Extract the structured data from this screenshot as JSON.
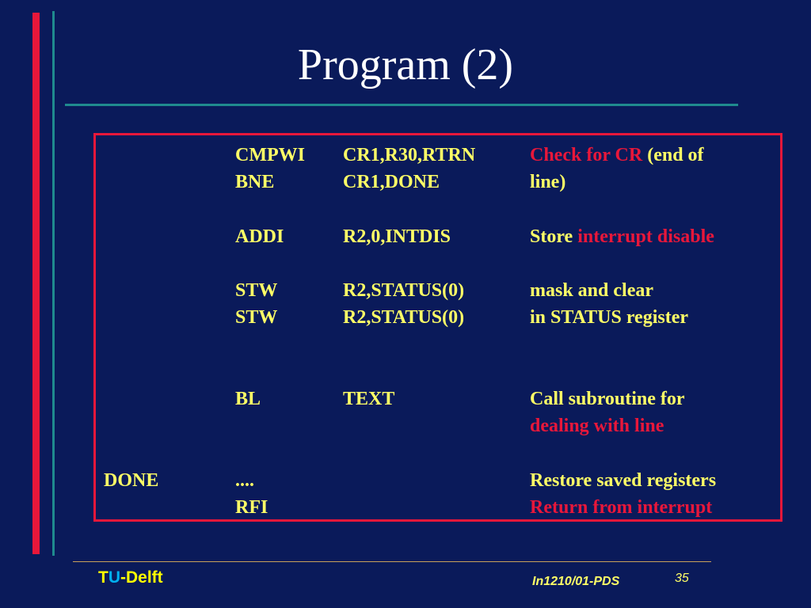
{
  "slide": {
    "title": "Program (2)",
    "colors": {
      "background": "#0a1a5a",
      "accent_red": "#e8173a",
      "teal": "#1f8a8e",
      "text_yellow": "#ffff66"
    }
  },
  "code": {
    "rows": [
      {
        "label": "",
        "op": "CMPWI",
        "arg": "CR1,R30,RTRN",
        "cmt_a": "Check for CR",
        "cmt_b": " (end of"
      },
      {
        "label": "",
        "op": "BNE",
        "arg": "CR1,DONE",
        "cmt_a": "",
        "cmt_b": "line)"
      },
      {
        "label": "",
        "op": "ADDI",
        "arg": "R2,0,INTDIS",
        "cmt_a": "Store ",
        "cmt_b": "interrupt disable"
      },
      {
        "label": "",
        "op": "STW",
        "arg": "R2,STATUS(0)",
        "cmt_a": "mask and clear",
        "cmt_b": ""
      },
      {
        "label": "",
        "op": "STW",
        "arg": "R2,STATUS(0)",
        "cmt_a": "in STATUS register",
        "cmt_b": ""
      },
      {
        "label": "",
        "op": "BL",
        "arg": "TEXT",
        "cmt_a": "Call subroutine for",
        "cmt_b": ""
      },
      {
        "label": "",
        "op": "",
        "arg": "",
        "cmt_a": "",
        "cmt_b": "dealing with line"
      },
      {
        "label": "DONE",
        "op": "....",
        "arg": "",
        "cmt_a": "Restore saved registers",
        "cmt_b": ""
      },
      {
        "label": "",
        "op": "RFI",
        "arg": "",
        "cmt_a": "",
        "cmt_b": "Return from interrupt"
      }
    ]
  },
  "footer": {
    "logo_t": "T",
    "logo_u": "U",
    "logo_rest": "-Delft",
    "course": "In1210/01-PDS",
    "page": "35"
  }
}
